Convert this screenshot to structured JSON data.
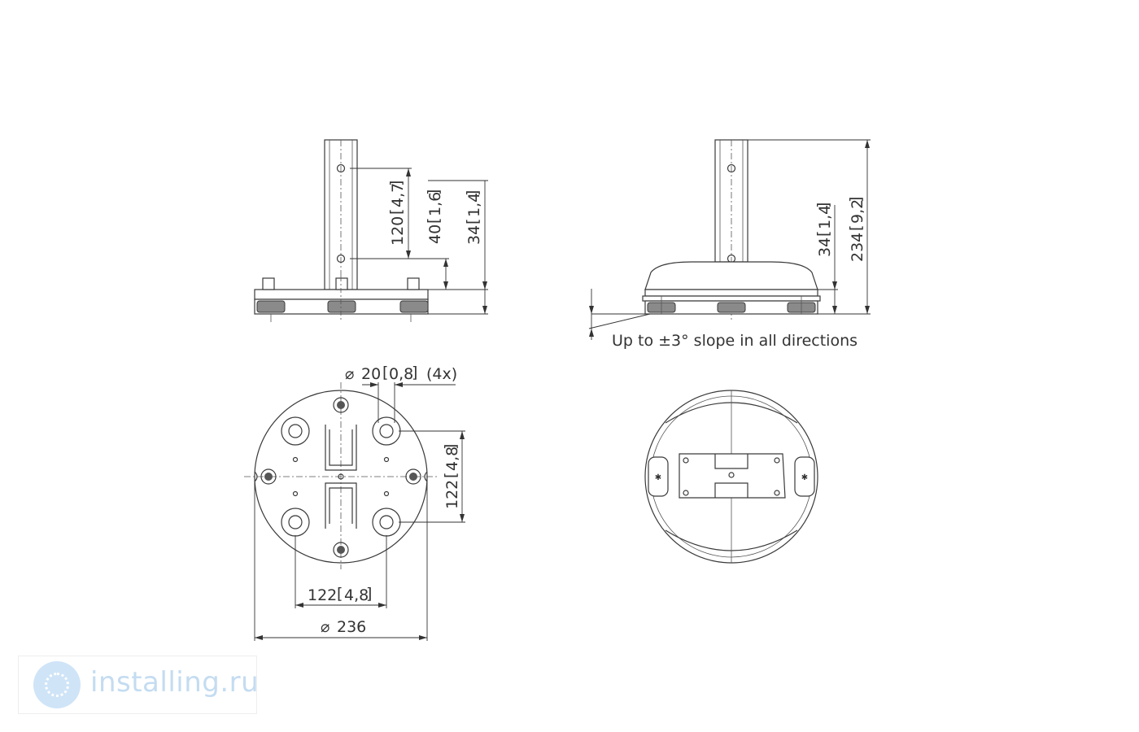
{
  "side_view": {
    "dim_hole_spacing": "120",
    "dim_hole_spacing_in": "4,7",
    "dim_hole_to_plate": "40",
    "dim_hole_to_plate_in": "1,6",
    "dim_plate_height": "34",
    "dim_plate_height_in": "1,4"
  },
  "front_view": {
    "dim_base_height": "34",
    "dim_base_height_in": "1,4",
    "dim_total_height": "234",
    "dim_total_height_in": "9,2",
    "slope_note": "Up to ±3° slope in all directions"
  },
  "plan_view": {
    "hole_dia": "20",
    "hole_dia_in": "0,8",
    "hole_count": "(4x)",
    "dim_vertical": "122",
    "dim_vertical_in": "4,8",
    "dim_horizontal": "122",
    "dim_horizontal_in": "4,8",
    "dim_diameter": "236",
    "dia_symbol": "⌀"
  },
  "watermark": {
    "text": "installing.ru"
  }
}
